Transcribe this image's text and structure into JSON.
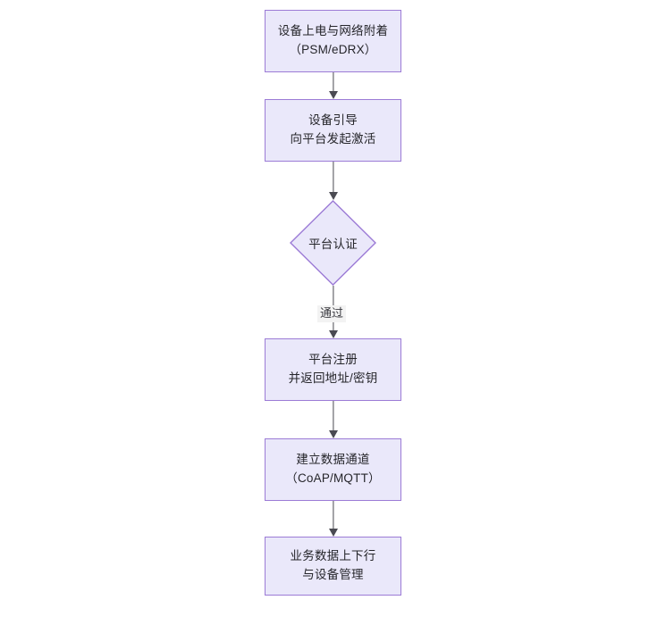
{
  "diagram": {
    "type": "flowchart",
    "orientation": "top-to-bottom",
    "colors": {
      "node_fill": "#EAE8FA",
      "node_border": "#9C7BD6",
      "connector": "#4a4a52",
      "text": "#26262b",
      "edge_label_background": "#f3f3f3",
      "canvas_background": "#ffffff"
    },
    "nodes": [
      {
        "id": "n1",
        "shape": "rectangle",
        "line1": "设备上电与网络附着",
        "line2": "（PSM/eDRX）"
      },
      {
        "id": "n2",
        "shape": "rectangle",
        "line1": "设备引导",
        "line2": "向平台发起激活"
      },
      {
        "id": "n3",
        "shape": "diamond",
        "line1": "平台认证",
        "line2": ""
      },
      {
        "id": "n4",
        "shape": "rectangle",
        "line1": "平台注册",
        "line2": "并返回地址/密钥"
      },
      {
        "id": "n5",
        "shape": "rectangle",
        "line1": "建立数据通道",
        "line2": "（CoAP/MQTT）"
      },
      {
        "id": "n6",
        "shape": "rectangle",
        "line1": "业务数据上下行",
        "line2": "与设备管理"
      }
    ],
    "edges": [
      {
        "id": "e1",
        "from": "n1",
        "to": "n2",
        "label": ""
      },
      {
        "id": "e2",
        "from": "n2",
        "to": "n3",
        "label": ""
      },
      {
        "id": "e3",
        "from": "n3",
        "to": "n4",
        "label": "通过"
      },
      {
        "id": "e4",
        "from": "n4",
        "to": "n5",
        "label": ""
      },
      {
        "id": "e5",
        "from": "n5",
        "to": "n6",
        "label": ""
      }
    ]
  }
}
